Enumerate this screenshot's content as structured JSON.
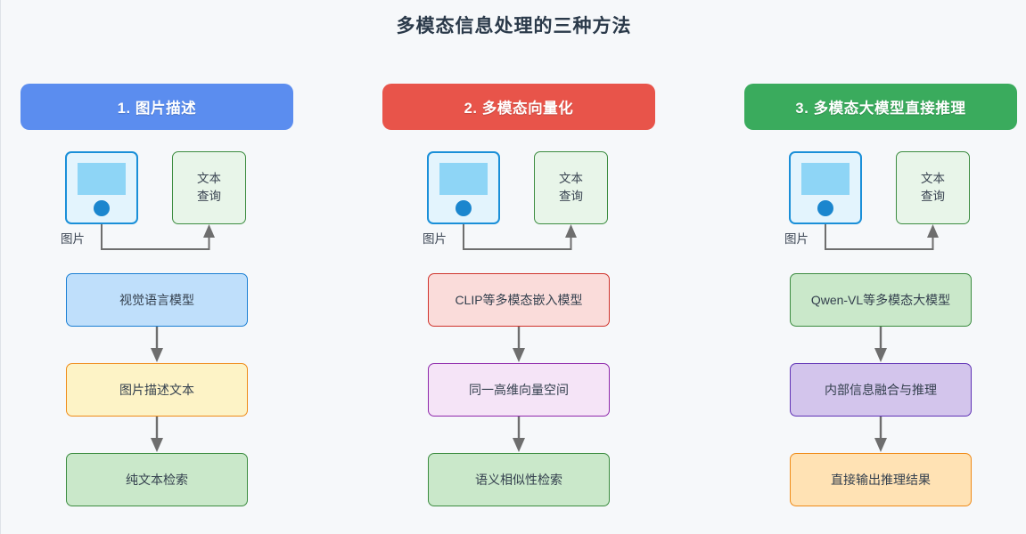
{
  "page": {
    "title": "多模态信息处理的三种方法",
    "background": "#f6f8fa",
    "title_color": "#2b3a4a"
  },
  "shared": {
    "image_icon_label": "图片",
    "text_query_line1": "文本",
    "text_query_line2": "查询",
    "image_icon_name": "image-picture-icon",
    "arrow_color": "#6e6e6e"
  },
  "columns": [
    {
      "id": "col-1",
      "header": {
        "label": "1. 图片描述",
        "color": "#5b8def"
      },
      "image_label": "图片",
      "text_query": {
        "line1": "文本",
        "line2": "查询"
      },
      "steps": [
        {
          "label": "视觉语言模型",
          "fill": "#bfdffb",
          "stroke": "#1b7fd4"
        },
        {
          "label": "图片描述文本",
          "fill": "#fdf3c6",
          "stroke": "#ef8b18"
        },
        {
          "label": "纯文本检索",
          "fill": "#cae8ca",
          "stroke": "#3c8c40"
        }
      ]
    },
    {
      "id": "col-2",
      "header": {
        "label": "2. 多模态向量化",
        "color": "#e8544a"
      },
      "image_label": "图片",
      "text_query": {
        "line1": "文本",
        "line2": "查询"
      },
      "steps": [
        {
          "label": "CLIP等多模态嵌入模型",
          "fill": "#fadcda",
          "stroke": "#d0342c"
        },
        {
          "label": "同一高维向量空间",
          "fill": "#f5e4f7",
          "stroke": "#8e28ab"
        },
        {
          "label": "语义相似性检索",
          "fill": "#cae8ca",
          "stroke": "#3c8c40"
        }
      ]
    },
    {
      "id": "col-3",
      "header": {
        "label": "3. 多模态大模型直接推理",
        "color": "#3aab5d"
      },
      "image_label": "图片",
      "text_query": {
        "line1": "文本",
        "line2": "查询"
      },
      "steps": [
        {
          "label": "Qwen-VL等多模态大模型",
          "fill": "#cae8ca",
          "stroke": "#3c8c40"
        },
        {
          "label": "内部信息融合与推理",
          "fill": "#d3c5ec",
          "stroke": "#5f32b5"
        },
        {
          "label": "直接输出推理结果",
          "fill": "#ffe2b4",
          "stroke": "#ef8b18"
        }
      ]
    }
  ]
}
